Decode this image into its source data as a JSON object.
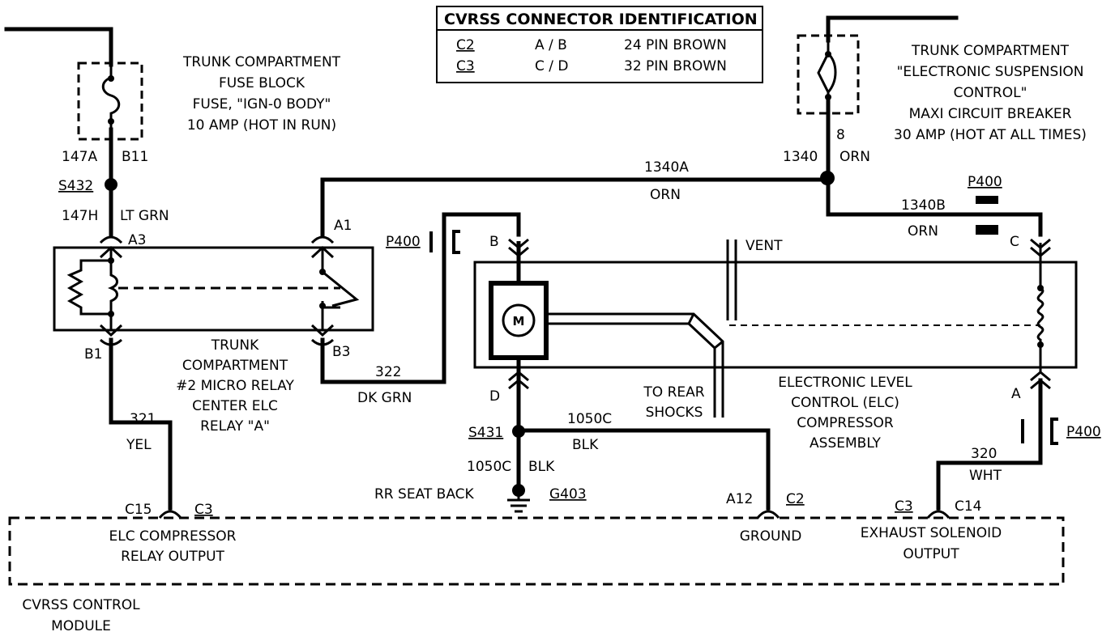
{
  "connector_table": {
    "title": "CVRSS CONNECTOR IDENTIFICATION",
    "rows": [
      {
        "conn": "C2",
        "pins": "A / B",
        "desc": "24 PIN BROWN"
      },
      {
        "conn": "C3",
        "pins": "C / D",
        "desc": "32 PIN BROWN"
      }
    ]
  },
  "fuse_block": {
    "lines": [
      "TRUNK COMPARTMENT",
      "FUSE BLOCK",
      "FUSE, \"IGN-0 BODY\"",
      "10 AMP (HOT IN RUN)"
    ],
    "wire": "147A",
    "pin": "B11"
  },
  "breaker": {
    "lines": [
      "TRUNK COMPARTMENT",
      "\"ELECTRONIC SUSPENSION",
      "CONTROL\"",
      "MAXI CIRCUIT BREAKER",
      "30 AMP (HOT AT ALL TIMES)"
    ],
    "pin": "8",
    "wire": "1340",
    "color": "ORN"
  },
  "splices": {
    "s432": "S432",
    "s431": "S431"
  },
  "wires": {
    "w147h": "147H",
    "w147h_color": "LT GRN",
    "w1340a": "1340A",
    "w1340a_color": "ORN",
    "w1340b": "1340B",
    "w1340b_color": "ORN",
    "w322": "322",
    "w322_color": "DK GRN",
    "w321": "321",
    "w321_color": "YEL",
    "w1050c_h": "1050C",
    "w1050c_h_color": "BLK",
    "w1050c_v": "1050C",
    "w1050c_v_color": "BLK",
    "w320": "320",
    "w320_color": "WHT"
  },
  "relay": {
    "pin_a3": "A3",
    "pin_a1": "A1",
    "pin_b1": "B1",
    "pin_b3": "B3",
    "lines": [
      "TRUNK",
      "COMPARTMENT",
      "#2 MICRO RELAY",
      "CENTER ELC",
      "RELAY \"A\""
    ]
  },
  "connectors": {
    "p400_left": "P400",
    "p400_top": "P400",
    "p400_right": "P400",
    "pin_b": "B",
    "pin_d": "D",
    "pin_c": "C",
    "pin_a": "A"
  },
  "compressor": {
    "motor": "M",
    "vent": "VENT",
    "rear_shocks": [
      "TO REAR",
      "SHOCKS"
    ],
    "lines": [
      "ELECTRONIC LEVEL",
      "CONTROL (ELC)",
      "COMPRESSOR",
      "ASSEMBLY"
    ]
  },
  "ground": {
    "label": "RR SEAT BACK",
    "id": "G403"
  },
  "module": {
    "c15": "C15",
    "c3_left": "C3",
    "a12": "A12",
    "c2": "C2",
    "c3_right": "C3",
    "c14": "C14",
    "relay_output": [
      "ELC COMPRESSOR",
      "RELAY OUTPUT"
    ],
    "ground": "GROUND",
    "exhaust": [
      "EXHAUST SOLENOID",
      "OUTPUT"
    ],
    "name": [
      "CVRSS CONTROL",
      "MODULE"
    ]
  }
}
